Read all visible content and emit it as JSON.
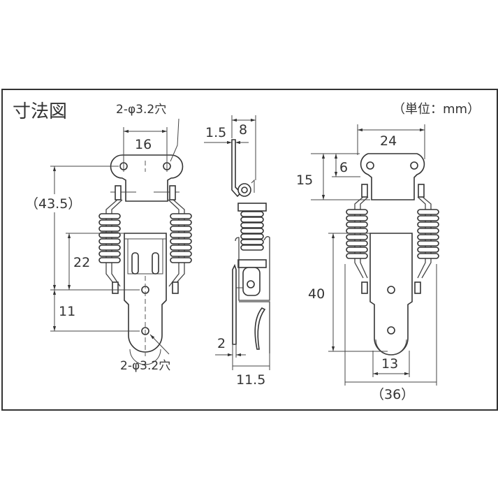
{
  "title": "寸法図",
  "unit_note": "（単位：mm）",
  "front_view": {
    "top_width": "16",
    "top_hole_note": "2-φ3.2穴",
    "overall_height": "（43.5）",
    "mid_height": "22",
    "lower_height": "11",
    "bottom_hole_note": "2-φ3.2穴"
  },
  "side_view": {
    "thickness": "1.5",
    "hook_depth": "8",
    "plate_thickness": "2",
    "overall_depth": "11.5"
  },
  "right_view": {
    "top_width": "24",
    "hole_offset": "6",
    "top_height": "15",
    "lower_height": "40",
    "tab_width": "13",
    "overall_width": "（36）"
  },
  "colors": {
    "line": "#333333",
    "background": "#ffffff"
  }
}
